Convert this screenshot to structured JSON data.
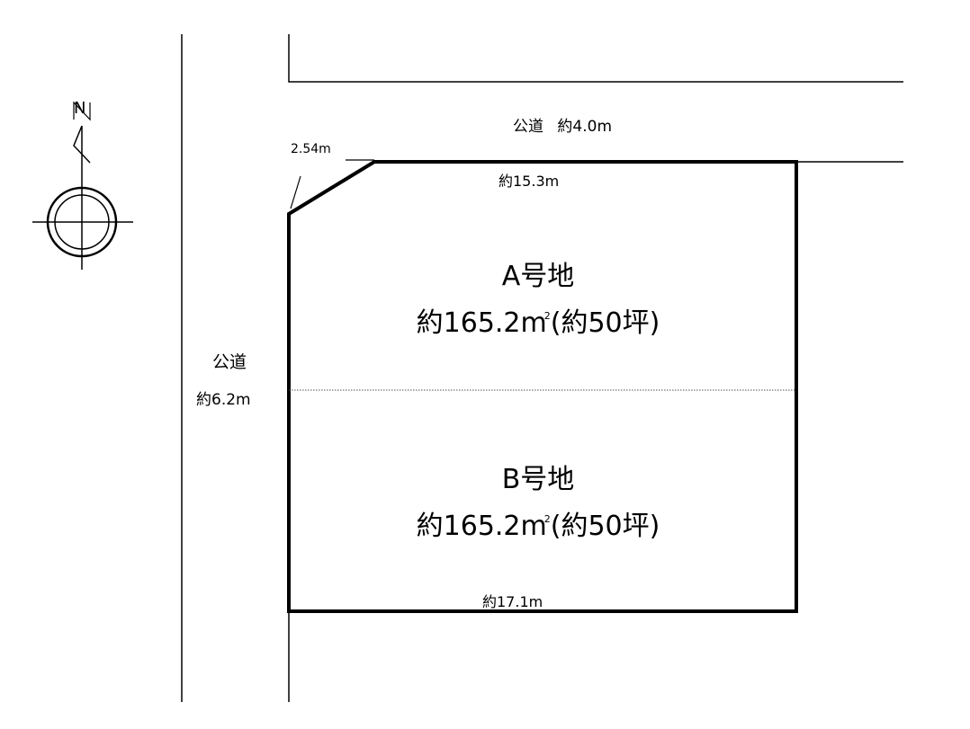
{
  "compass": {
    "north_label": "N",
    "icon": "north-arrow-compass"
  },
  "roads": {
    "north": {
      "name": "公道",
      "width": "約4.0m"
    },
    "west": {
      "name": "公道",
      "width": "約6.2m"
    }
  },
  "dimensions": {
    "corner_cut": "2.54m",
    "north_edge": "約15.3m",
    "south_edge": "約17.1m"
  },
  "lots": [
    {
      "name": "A号地",
      "area_prefix": "約165.2m",
      "area_sup": "2",
      "area_suffix": "(約50坪)"
    },
    {
      "name": "B号地",
      "area_prefix": "約165.2m",
      "area_sup": "2",
      "area_suffix": "(約50坪)"
    }
  ],
  "colors": {
    "line": "#000000",
    "background": "#ffffff",
    "divider": "#555555"
  }
}
